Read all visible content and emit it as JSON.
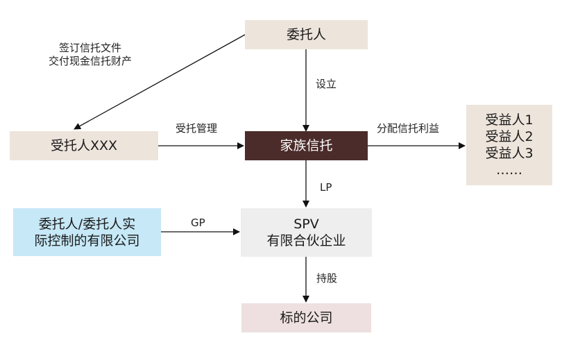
{
  "nodes": {
    "settlor": "委托人",
    "trustee": "受托人XXX",
    "family_trust": "家族信托",
    "beneficiaries": [
      "受益人1",
      "受益人2",
      "受益人3",
      "……"
    ],
    "controlled_company": [
      "委托人/委托人实",
      "际控制的有限公司"
    ],
    "spv": [
      "SPV",
      "有限合伙企业"
    ],
    "target_company": "标的公司"
  },
  "edges": {
    "sign_docs": [
      "签订信托文件",
      "交付现金信托财产"
    ],
    "establish": "设立",
    "manage": "受托管理",
    "distribute": "分配信托利益",
    "lp": "LP",
    "gp": "GP",
    "hold": "持股"
  },
  "colors": {
    "settlor_fill": "#ede4dc",
    "trust_fill": "#4b2c2a",
    "spv_fill": "#eeeeee",
    "target_fill": "#eee0e0",
    "company_fill": "#c6e8f7",
    "arrow": "#111111"
  }
}
